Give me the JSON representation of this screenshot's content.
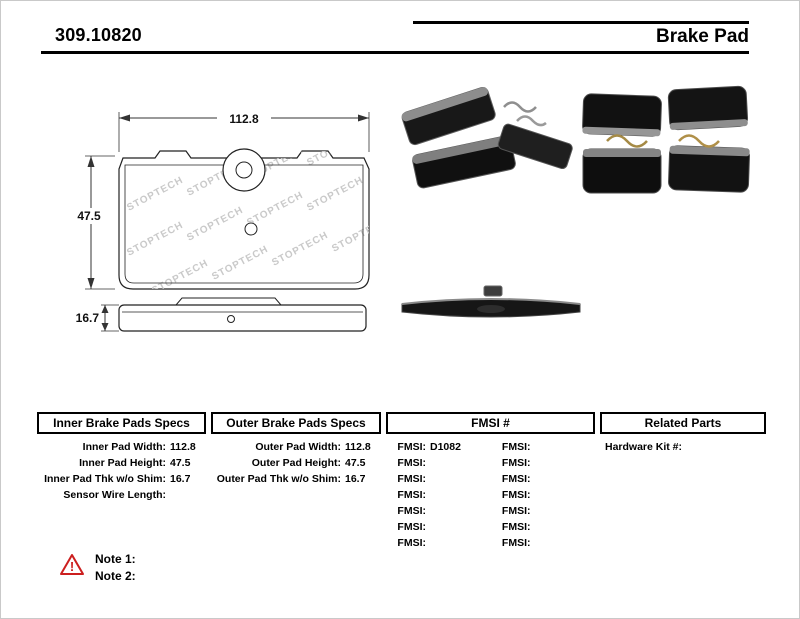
{
  "header": {
    "part_number": "309.10820",
    "product_type": "Brake Pad"
  },
  "diagram": {
    "width_dim": "112.8",
    "height_dim": "47.5",
    "thickness_dim": "16.7",
    "watermark": "STOPTECH"
  },
  "specs": {
    "inner": {
      "title": "Inner Brake Pads Specs",
      "rows": [
        {
          "label": "Inner Pad Width:",
          "value": "112.8"
        },
        {
          "label": "Inner Pad Height:",
          "value": "47.5"
        },
        {
          "label": "Inner Pad Thk w/o Shim:",
          "value": "16.7"
        },
        {
          "label": "Sensor Wire Length:",
          "value": ""
        }
      ]
    },
    "outer": {
      "title": "Outer Brake Pads Specs",
      "rows": [
        {
          "label": "Outer Pad Width:",
          "value": "112.8"
        },
        {
          "label": "Outer Pad Height:",
          "value": "47.5"
        },
        {
          "label": "Outer Pad Thk w/o Shim:",
          "value": "16.7"
        }
      ]
    },
    "fmsi": {
      "title": "FMSI #",
      "rows": [
        {
          "l_label": "FMSI:",
          "l_value": "D1082",
          "r_label": "FMSI:",
          "r_value": ""
        },
        {
          "l_label": "FMSI:",
          "l_value": "",
          "r_label": "FMSI:",
          "r_value": ""
        },
        {
          "l_label": "FMSI:",
          "l_value": "",
          "r_label": "FMSI:",
          "r_value": ""
        },
        {
          "l_label": "FMSI:",
          "l_value": "",
          "r_label": "FMSI:",
          "r_value": ""
        },
        {
          "l_label": "FMSI:",
          "l_value": "",
          "r_label": "FMSI:",
          "r_value": ""
        },
        {
          "l_label": "FMSI:",
          "l_value": "",
          "r_label": "FMSI:",
          "r_value": ""
        },
        {
          "l_label": "FMSI:",
          "l_value": "",
          "r_label": "FMSI:",
          "r_value": ""
        }
      ]
    },
    "related": {
      "title": "Related Parts",
      "rows": [
        {
          "label": "Hardware Kit #:",
          "value": ""
        }
      ]
    }
  },
  "notes": [
    {
      "label": "Note 1:"
    },
    {
      "label": "Note 2:"
    }
  ]
}
